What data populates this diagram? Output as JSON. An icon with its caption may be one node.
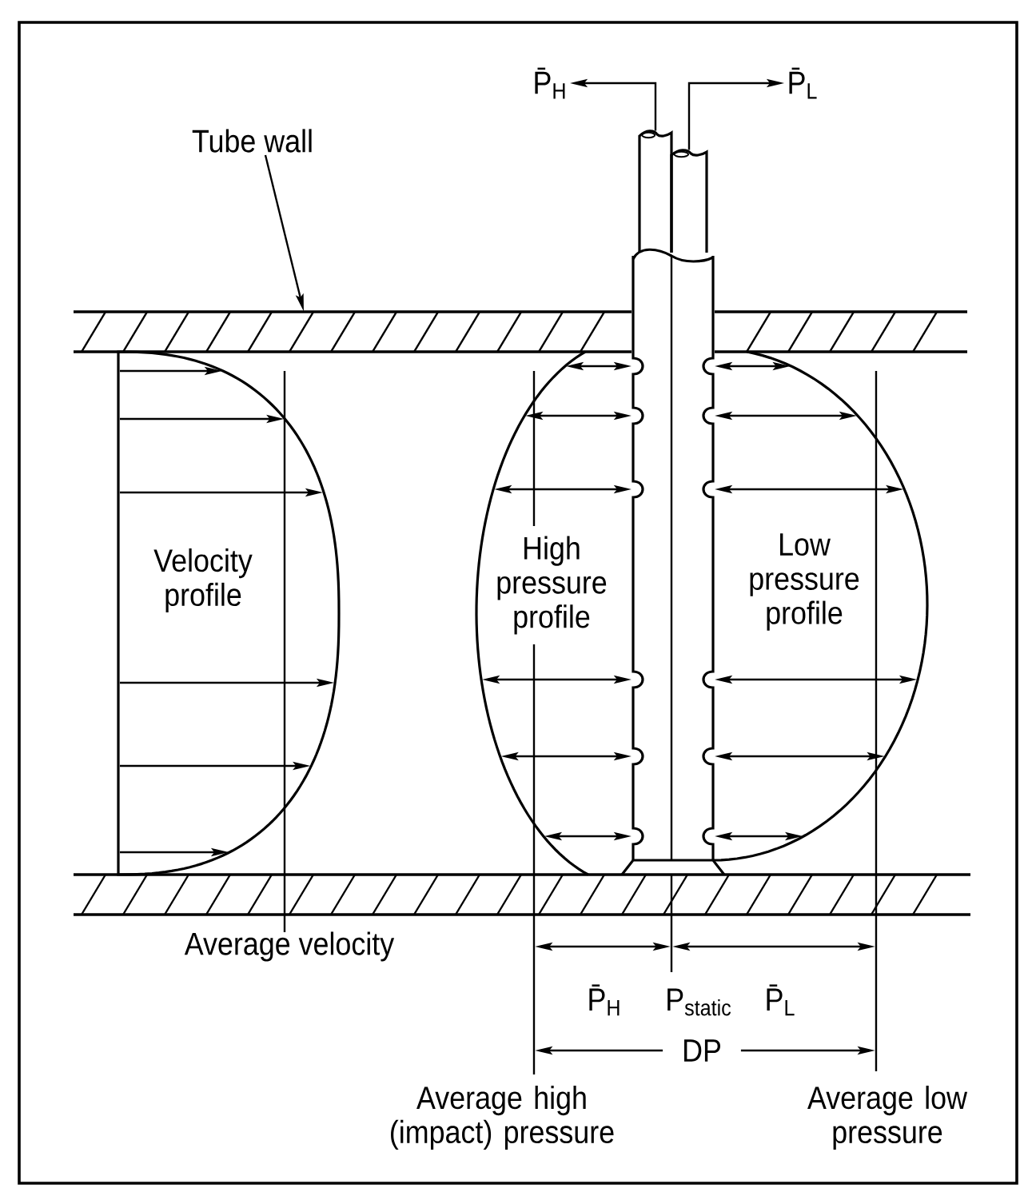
{
  "diagram": {
    "nodes": [
      {
        "text": [
          "P̄$_{H}$"
        ]
      },
      {
        "text": [
          "P̄$_{L}$"
        ]
      },
      {
        "text": [
          "Tube wall"
        ]
      },
      {
        "text": [],
        "shape": "cylinder"
      },
      {
        "text": [],
        "shape": "cylinder"
      },
      {
        "text": [],
        "shape": "bar"
      }
    ],
    "edges": [
      {
        "from": 3,
        "to": 0,
        "arrow": "to"
      },
      {
        "from": 4,
        "to": 1,
        "arrow": "to"
      },
      {
        "from": 2,
        "to": 5,
        "arrow": "to"
      }
    ],
    "labels": [
      "Velocity profile",
      "High pressure profile",
      "Low pressure profile",
      "Average velocity",
      "P̄$_{H}$",
      "P$_{static}$",
      "P̄$_{L}$",
      "DP",
      "Average high (impact) pressure",
      "Average low pressure"
    ]
  }
}
